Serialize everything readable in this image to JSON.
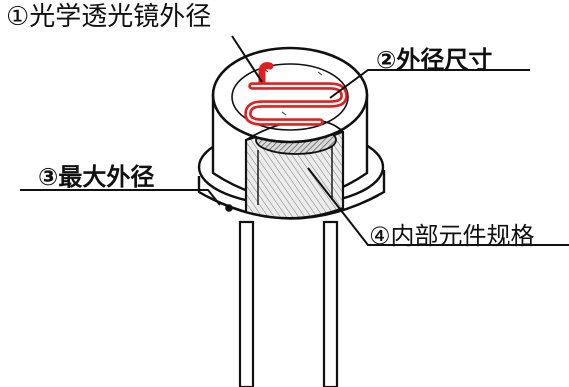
{
  "labels": {
    "optical_lens_diameter": "①光学透光镜外径",
    "outer_dimension": "②外径尺寸",
    "max_outer_diameter": "③最大外径",
    "internal_element_spec": "④内部元件规格"
  },
  "colors": {
    "serpentine_trace": "#e02020",
    "outline": "#111111",
    "background": "#ffffff"
  }
}
